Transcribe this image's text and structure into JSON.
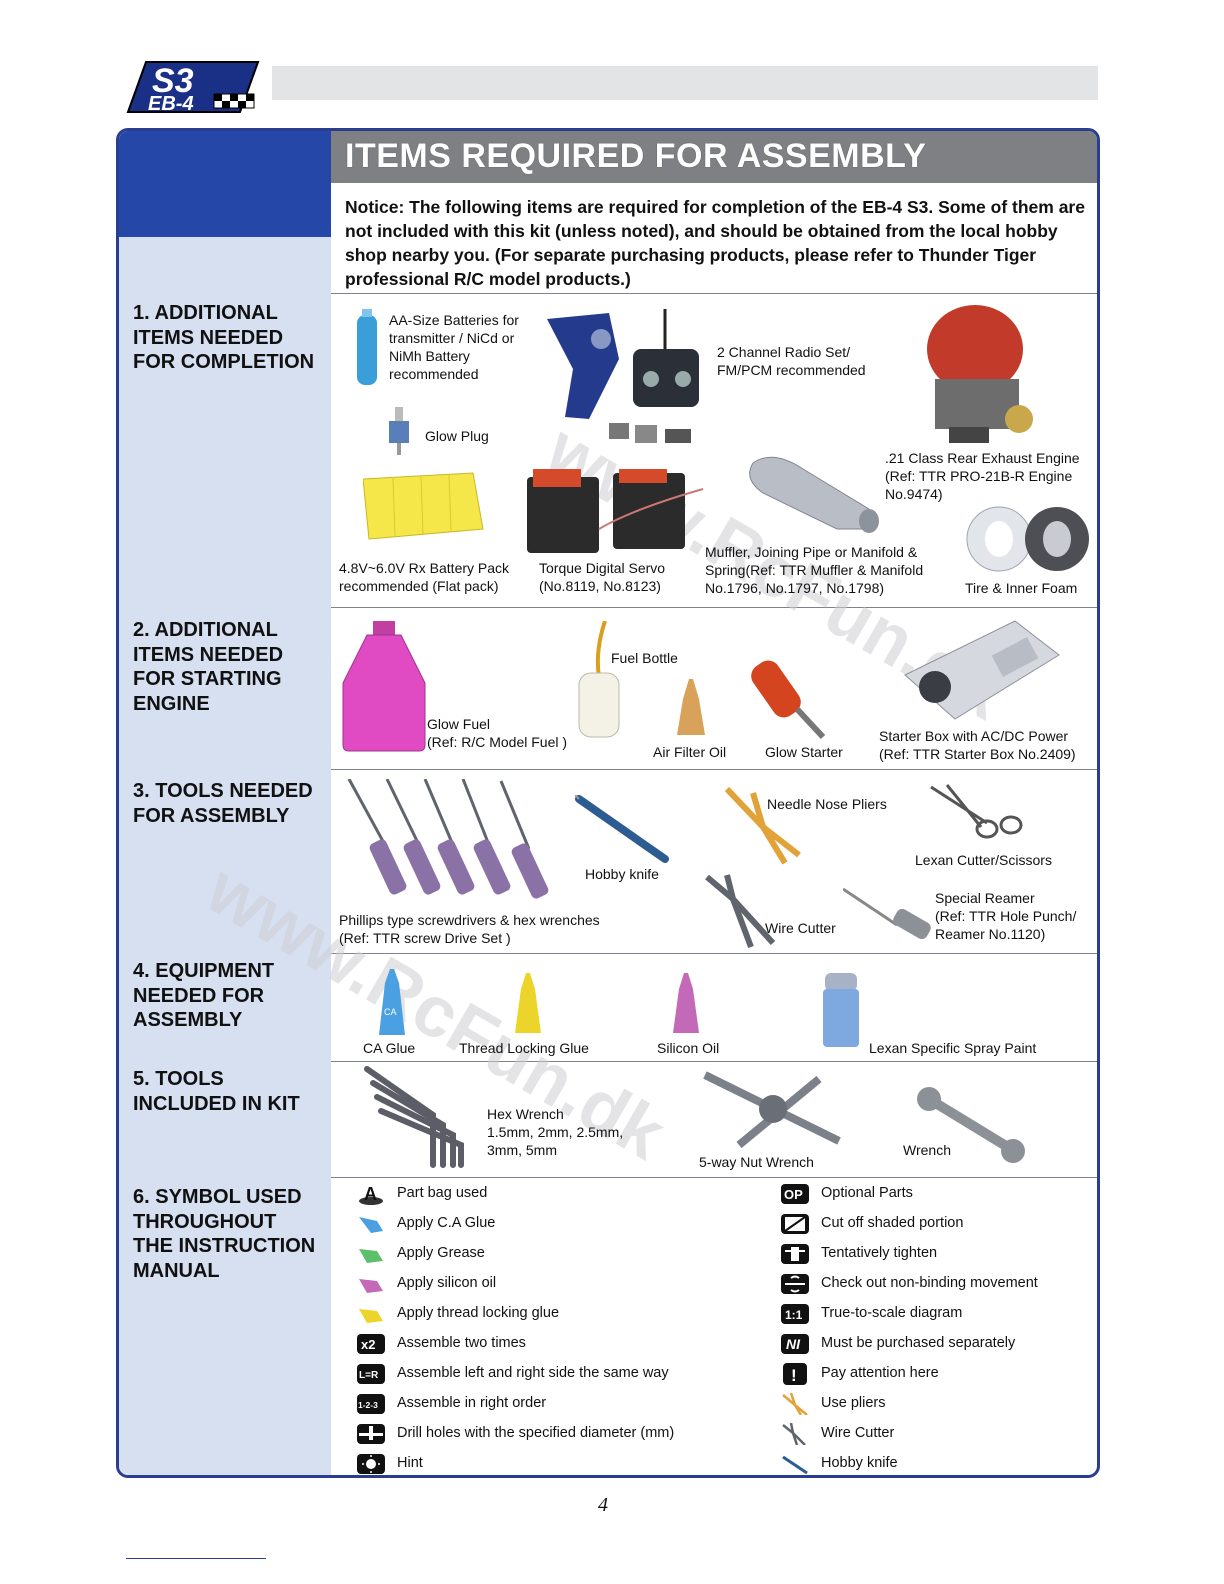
{
  "header": {
    "logo_text": "S3 EB-4"
  },
  "title": "ITEMS REQUIRED FOR ASSEMBLY",
  "notice": "Notice: The following items are required for completion of the EB-4 S3. Some of them are not included with this kit (unless noted), and should be obtained from the local hobby shop nearby you. (For separate purchasing products, please refer to Thunder Tiger professional R/C model products.)",
  "sections": {
    "s1": {
      "heading": "1. ADDITIONAL\nITEMS NEEDED\nFOR COMPLETION",
      "items": {
        "batteries": "AA-Size Batteries for\ntransmitter / NiCd or\nNiMh Battery\nrecommended",
        "radio": "2 Channel Radio Set/\nFM/PCM recommended",
        "glow_plug": "Glow Plug",
        "engine": ".21 Class Rear Exhaust Engine\n(Ref: TTR PRO-21B-R Engine\nNo.9474)",
        "rx_pack": "4.8V~6.0V Rx Battery Pack\nrecommended (Flat pack)",
        "servo": "Torque Digital Servo\n(No.8119, No.8123)",
        "muffler": "Muffler, Joining Pipe or Manifold &\nSpring(Ref: TTR Muffler & Manifold\nNo.1796, No.1797, No.1798)",
        "tire": "Tire & Inner Foam"
      }
    },
    "s2": {
      "heading": "2. ADDITIONAL\nITEMS NEEDED\nFOR STARTING\nENGINE",
      "items": {
        "fuel_bottle": "Fuel Bottle",
        "glow_fuel": "Glow Fuel\n(Ref: R/C Model Fuel )",
        "air_filter_oil": "Air Filter Oil",
        "glow_starter": "Glow Starter",
        "starter_box": "Starter Box with AC/DC Power\n(Ref: TTR Starter Box No.2409)"
      }
    },
    "s3": {
      "heading": "3. TOOLS NEEDED\nFOR ASSEMBLY",
      "items": {
        "needle_nose": "Needle Nose Pliers",
        "lexan_cutter": "Lexan Cutter/Scissors",
        "hobby_knife": "Hobby knife",
        "screwdrivers": "Phillips type screwdrivers & hex wrenches\n(Ref: TTR screw Drive Set )",
        "wire_cutter": "Wire Cutter",
        "reamer": "Special Reamer\n(Ref: TTR Hole Punch/\nReamer No.1120)"
      }
    },
    "s4": {
      "heading": "4.  EQUIPMENT\nNEEDED FOR\nASSEMBLY",
      "items": {
        "ca_glue": "CA Glue",
        "thread_locking": "Thread Locking Glue",
        "silicon_oil": "Silicon Oil",
        "lexan_paint": "Lexan Specific Spray Paint"
      }
    },
    "s5": {
      "heading": "5. TOOLS\nINCLUDED IN KIT",
      "items": {
        "hex_wrench": "Hex Wrench\n1.5mm,  2mm,  2.5mm,\n3mm, 5mm",
        "nut_wrench": "5-way Nut Wrench",
        "wrench": "Wrench"
      }
    },
    "s6": {
      "heading": "6. SYMBOL USED\nTHROUGHOUT\nTHE INSTRUCTION\nMANUAL",
      "left": [
        {
          "icon": "part-bag-icon",
          "glyph": "A",
          "label": "Part bag used"
        },
        {
          "icon": "ca-glue-icon",
          "glyph": "",
          "label": "Apply C.A Glue"
        },
        {
          "icon": "grease-icon",
          "glyph": "",
          "label": "Apply Grease"
        },
        {
          "icon": "silicon-oil-icon",
          "glyph": "",
          "label": "Apply silicon oil"
        },
        {
          "icon": "thread-glue-icon",
          "glyph": "",
          "label": "Apply thread locking glue"
        },
        {
          "icon": "x2-icon",
          "glyph": "x2",
          "label": "Assemble two times"
        },
        {
          "icon": "l-equals-r-icon",
          "glyph": "L=R",
          "label": "Assemble left and right side the same way"
        },
        {
          "icon": "order-icon",
          "glyph": "1-2-3",
          "label": "Assemble in right order"
        },
        {
          "icon": "drill-icon",
          "glyph": "",
          "label": "Drill holes with the specified diameter (mm)"
        },
        {
          "icon": "hint-icon",
          "glyph": "",
          "label": "Hint"
        }
      ],
      "right": [
        {
          "icon": "optional-parts-icon",
          "glyph": "OP",
          "label": "Optional Parts"
        },
        {
          "icon": "cut-off-icon",
          "glyph": "",
          "label": "Cut off shaded portion"
        },
        {
          "icon": "tentatively-tighten-icon",
          "glyph": "",
          "label": "Tentatively tighten"
        },
        {
          "icon": "non-binding-icon",
          "glyph": "",
          "label": "Check out non-binding movement"
        },
        {
          "icon": "true-scale-icon",
          "glyph": "1:1",
          "label": "True-to-scale diagram"
        },
        {
          "icon": "not-included-icon",
          "glyph": "NI",
          "label": "Must be purchased separately"
        },
        {
          "icon": "attention-icon",
          "glyph": "!",
          "label": "Pay attention here"
        },
        {
          "icon": "pliers-icon",
          "glyph": "",
          "label": "Use pliers"
        },
        {
          "icon": "wire-cutter-icon",
          "glyph": "",
          "label": "Wire Cutter"
        },
        {
          "icon": "hobby-knife-icon",
          "glyph": "",
          "label": "Hobby knife"
        }
      ]
    }
  },
  "watermark": "www.RcFun.dk",
  "page_number": "4",
  "colors": {
    "frame": "#2a3d8f",
    "blue": "#2547a8",
    "left_col": "#d6e0f1",
    "title_bar": "#7e8083"
  }
}
